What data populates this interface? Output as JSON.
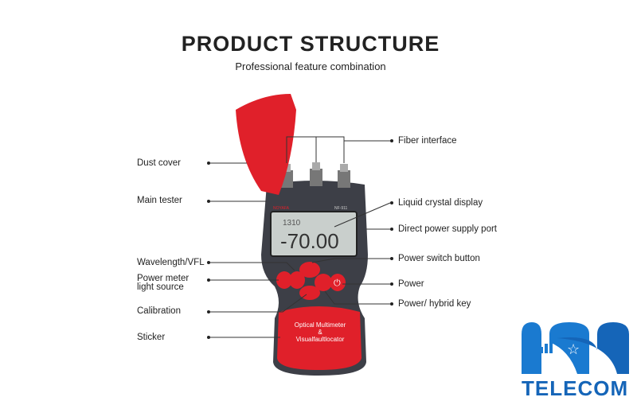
{
  "header": {
    "title": "PRODUCT STRUCTURE",
    "subtitle": "Professional feature combination"
  },
  "labels_left": [
    {
      "text": "Dust cover"
    },
    {
      "text": "Main tester"
    },
    {
      "text": "Wavelength/VFL"
    },
    {
      "text": "Power meter\nlight source"
    },
    {
      "text": "Calibration"
    },
    {
      "text": "Sticker"
    }
  ],
  "labels_right": [
    {
      "text": "Fiber interface"
    },
    {
      "text": "Liquid crystal display"
    },
    {
      "text": "Direct power supply port"
    },
    {
      "text": "Power switch button"
    },
    {
      "text": "Power"
    },
    {
      "text": "Power/ hybrid key"
    }
  ],
  "device": {
    "screen_top": "1310",
    "screen_main": "-70.00",
    "sticker": "Optical Multimeter\n&\nVisualfaultlocator",
    "brand": "NOYAFA",
    "model": "NF-911"
  },
  "logo": {
    "text": "TELECOM",
    "color": "#1565b8"
  },
  "colors": {
    "red": "#e0202a",
    "body": "#3d3f47",
    "screen": "#c9cfcc"
  }
}
